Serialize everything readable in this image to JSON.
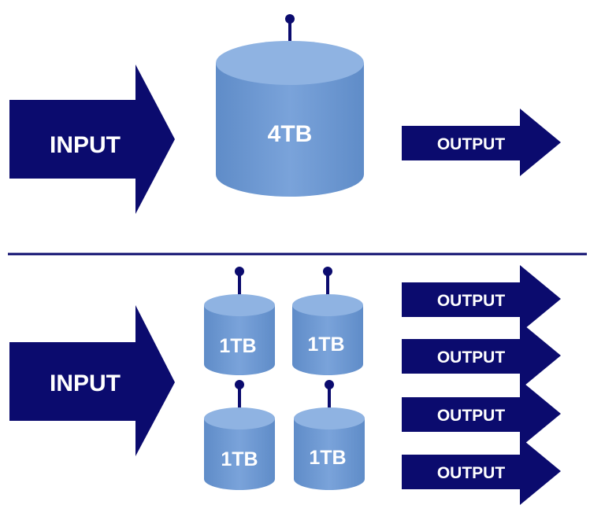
{
  "colors": {
    "arrow": "#0b0b6e",
    "divider": "#0b0b6e",
    "cylinder_body": "#6b96d0",
    "cylinder_top": "#8fb3e2",
    "cylinder_edge": "#5a86c2",
    "antenna": "#0b0b6e",
    "arrow_text": "#ffffff",
    "cylinder_text": "#ffffff"
  },
  "top_section": {
    "input_label": "INPUT",
    "disk_label": "4TB",
    "output_label": "OUTPUT"
  },
  "bottom_section": {
    "input_label": "INPUT",
    "disks": [
      {
        "label": "1TB"
      },
      {
        "label": "1TB"
      },
      {
        "label": "1TB"
      },
      {
        "label": "1TB"
      }
    ],
    "outputs": [
      {
        "label": "OUTPUT"
      },
      {
        "label": "OUTPUT"
      },
      {
        "label": "OUTPUT"
      },
      {
        "label": "OUTPUT"
      }
    ]
  }
}
